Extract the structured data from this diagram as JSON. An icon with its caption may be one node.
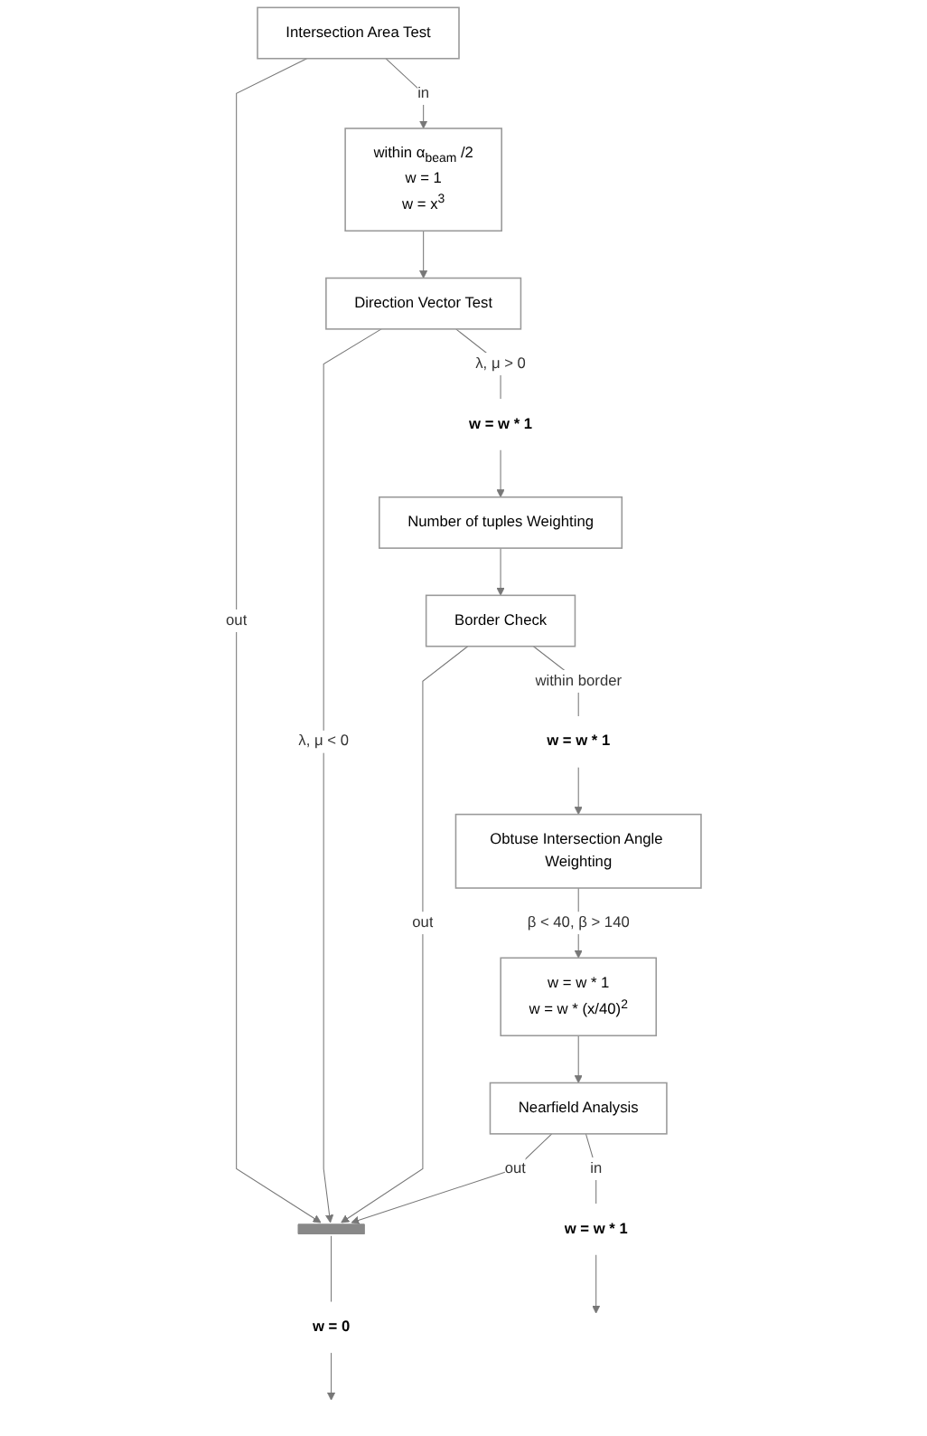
{
  "diagram": {
    "nodes": [
      {
        "text": [
          "Intersection Area Test"
        ]
      },
      {
        "text": [
          "within α$_{beam}$ /2",
          "w = 1",
          "w = x$^{3}$"
        ]
      },
      {
        "text": [
          "Direction Vector Test"
        ]
      },
      {
        "text": [
          "w = w * 1"
        ]
      },
      {
        "text": [
          "Number of tuples Weighting"
        ]
      },
      {
        "text": [
          "Border Check"
        ]
      },
      {
        "text": [
          "w = w * 1"
        ]
      },
      {
        "text": [
          "Obtuse Intersection Angle Weighting"
        ]
      },
      {
        "text": [
          "w = w * 1",
          "w = w * (x/40)$^{2}$"
        ]
      },
      {
        "text": [
          "Nearfield Analysis"
        ]
      },
      {
        "text": [
          "w = w * 1"
        ]
      },
      {
        "text": [],
        "shape": "bar"
      },
      {
        "text": [
          "w = 0"
        ]
      }
    ],
    "edges": [
      {
        "from": 0,
        "to": 1,
        "arrow": "to",
        "label": "in"
      },
      {
        "from": 0,
        "to": 11,
        "arrow": "to",
        "label": "out"
      },
      {
        "from": 1,
        "to": 2,
        "arrow": "to"
      },
      {
        "from": 2,
        "to": 11,
        "arrow": "to",
        "label": "λ, μ < 0"
      },
      {
        "from": 2,
        "to": 3,
        "arrow": "none",
        "label": "λ, μ > 0"
      },
      {
        "from": 3,
        "to": 4,
        "arrow": "to"
      },
      {
        "from": 4,
        "to": 5,
        "arrow": "to"
      },
      {
        "from": 5,
        "to": 11,
        "arrow": "to",
        "label": "out"
      },
      {
        "from": 5,
        "to": 6,
        "arrow": "none",
        "label": "within border"
      },
      {
        "from": 6,
        "to": 7,
        "arrow": "to"
      },
      {
        "from": 7,
        "to": 8,
        "arrow": "to",
        "label": "β < 40, β > 140"
      },
      {
        "from": 8,
        "to": 9,
        "arrow": "to"
      },
      {
        "from": 9,
        "to": 11,
        "arrow": "to",
        "label": "out"
      },
      {
        "from": 9,
        "to": 10,
        "arrow": "none",
        "label": "in"
      },
      {
        "from": 10,
        "to": null,
        "arrow": "to"
      },
      {
        "from": 11,
        "to": 12,
        "arrow": "none"
      },
      {
        "from": 12,
        "to": null,
        "arrow": "to"
      }
    ]
  }
}
